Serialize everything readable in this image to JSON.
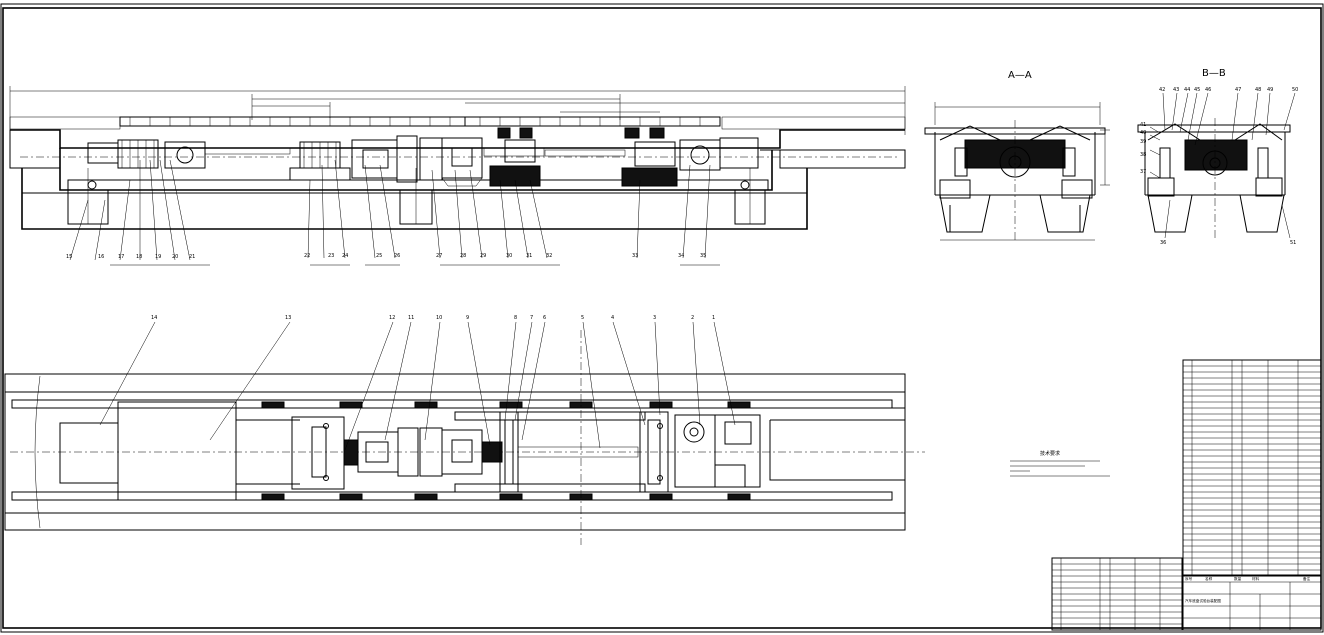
{
  "drawing": {
    "section_a": "A—A",
    "section_b": "B—B",
    "elevation_callouts": [
      "15",
      "16",
      "17",
      "18",
      "19",
      "20",
      "21",
      "22",
      "23",
      "24",
      "25",
      "26",
      "27",
      "28",
      "29",
      "30",
      "31",
      "32",
      "33",
      "34",
      "35"
    ],
    "plan_callouts": [
      "14",
      "13",
      "12",
      "11",
      "10",
      "9",
      "8",
      "7",
      "6",
      "5",
      "4",
      "3",
      "2",
      "1"
    ],
    "section_b_callouts": [
      "42",
      "43",
      "44",
      "45",
      "46",
      "47",
      "48",
      "49",
      "50",
      "41",
      "40",
      "39",
      "38",
      "37",
      "36",
      "51"
    ],
    "tech_requirements_title": "技术要求",
    "title_block_name": "汽车底盘试验台装配图",
    "bom_header": [
      "序号",
      "名称",
      "数量",
      "材料",
      "备注"
    ]
  }
}
